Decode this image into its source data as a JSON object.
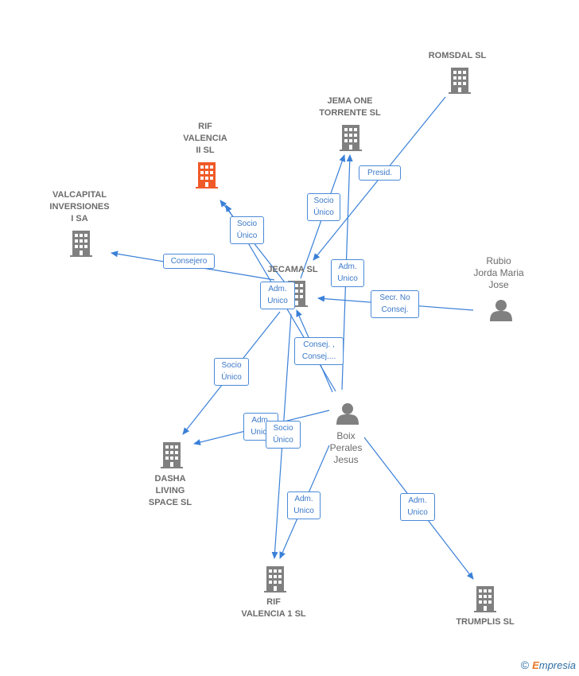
{
  "nodes": {
    "romsdal": "ROMSDAL SL",
    "jema": "JEMA ONE\nTORRENTE  SL",
    "rif_ii": "RIF\nVALENCIA\nII  SL",
    "valcapital": "VALCAPITAL\nINVERSIONES\nI SA",
    "jecama": "JECAMA SL",
    "rubio": "Rubio\nJorda Maria\nJose",
    "boix": "Boix\nPerales\nJesus",
    "dasha": "DASHA\nLIVING\nSPACE  SL",
    "rif_1": "RIF\nVALENCIA 1  SL",
    "trumplis": "TRUMPLIS SL"
  },
  "edges": {
    "presid": "Presid.",
    "socio_jema": "Socio\nÚnico",
    "socio_rif2": "Socio\nÚnico",
    "consejero": "Consejero",
    "adm_boix_jema": "Adm.\nUnico",
    "adm_jecama": "Adm.\nUnico",
    "secr": "Secr.  No\nConsej.",
    "consej": "Consej. ,\nConsej....",
    "socio_dasha": "Socio\nÚnico",
    "adm_dasha": "Adm.\nUnico",
    "socio_rif1": "Socio\nÚnico",
    "adm_rif1": "Adm.\nUnico",
    "adm_trumplis": "Adm.\nUnico"
  },
  "colors": {
    "edge": "#3a80d8",
    "company_icon": "#808080",
    "highlight_icon": "#f05a28",
    "person_icon": "#808080"
  },
  "icons": {
    "company": "building-icon",
    "person": "person-icon"
  },
  "footer": {
    "copyright": "©",
    "brand_first": "E",
    "brand_rest": "mpresia"
  }
}
